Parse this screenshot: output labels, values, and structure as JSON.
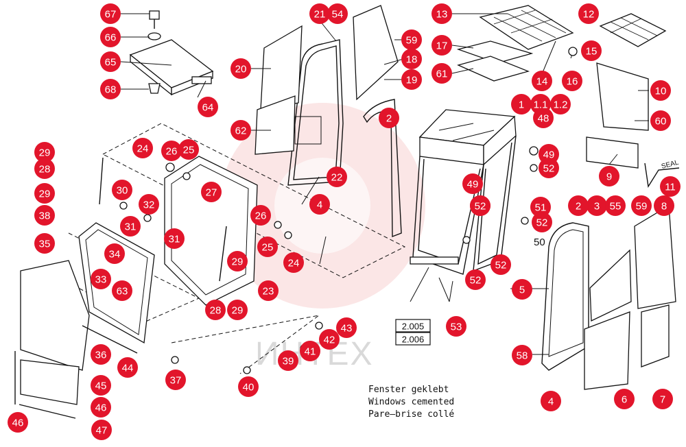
{
  "diagram": {
    "watermark_text": "ИНТЕХ",
    "note_lines": [
      "Fenster geklebt",
      "Windows cemented",
      "Pare–brise collé"
    ],
    "ref_boxes": [
      "2.005",
      "2.006"
    ],
    "plain_labels": {
      "p50": "50",
      "p1_1": "1.1",
      "p1_2": "1.2"
    },
    "seal_text": "SEAL",
    "callout_color": "#e2152b",
    "callouts": [
      "67",
      "66",
      "65",
      "68",
      "64",
      "21",
      "54",
      "20",
      "62",
      "59",
      "18",
      "19",
      "2",
      "22",
      "4",
      "13",
      "17",
      "61",
      "14",
      "15",
      "16",
      "12",
      "10",
      "60",
      "1",
      "48",
      "9",
      "11",
      "49",
      "52",
      "51",
      "50",
      "29",
      "28",
      "24",
      "26",
      "25",
      "27",
      "30",
      "32",
      "31",
      "38",
      "35",
      "34",
      "33",
      "63",
      "36",
      "44",
      "37",
      "45",
      "46",
      "47",
      "23",
      "40",
      "39",
      "41",
      "42",
      "43",
      "53",
      "5",
      "3",
      "55",
      "8",
      "58",
      "6",
      "7"
    ]
  }
}
